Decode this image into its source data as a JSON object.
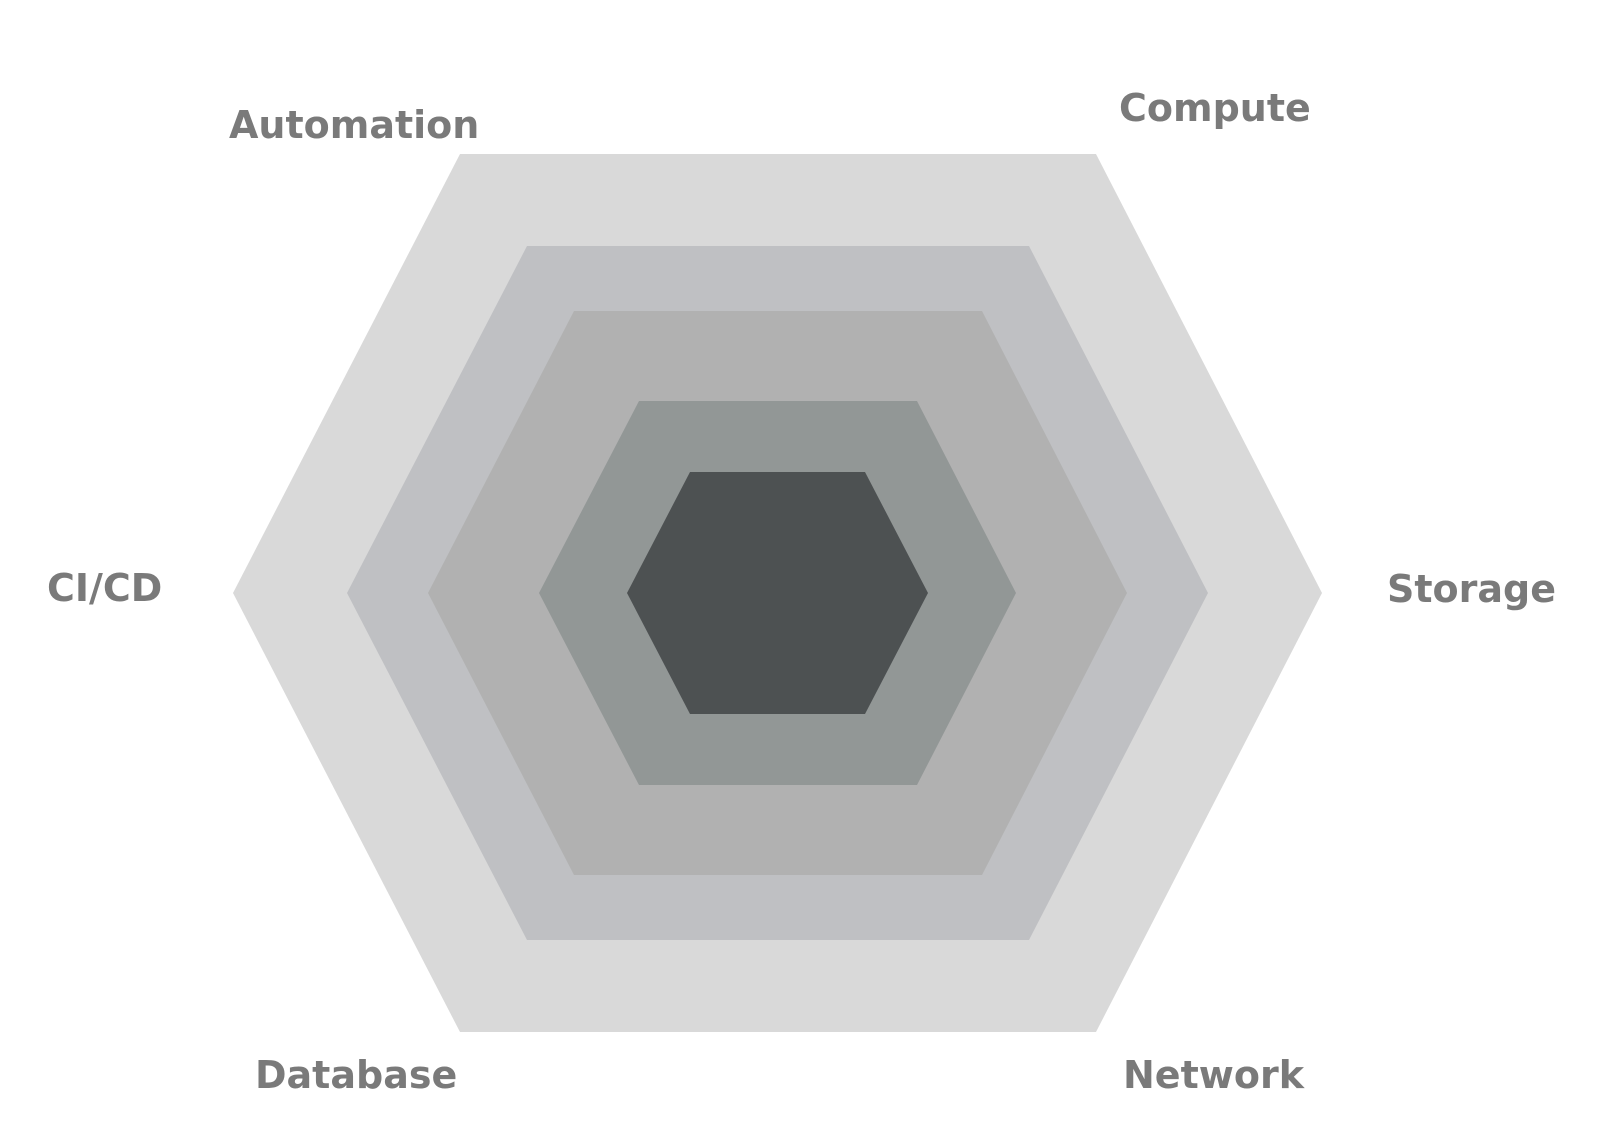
{
  "diagram": {
    "labels": {
      "automation": "Automation",
      "compute": "Compute",
      "ci_cd": "CI/CD",
      "storage": "Storage",
      "database": "Database",
      "network": "Network"
    },
    "ring_colors": [
      "#d9d9d9",
      "#bfc0c3",
      "#b1b1b1",
      "#929796",
      "#4d5152"
    ]
  }
}
